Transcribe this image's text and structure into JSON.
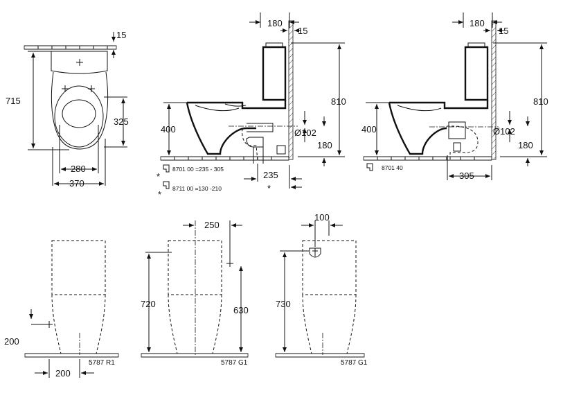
{
  "colors": {
    "line": "#111111",
    "background": "#ffffff"
  },
  "top_view": {
    "d_15": "15",
    "d_715": "715",
    "d_325": "325",
    "d_280": "280",
    "d_370": "370"
  },
  "side_view_1": {
    "d_180": "180",
    "d_15": "15",
    "d_810": "810",
    "d_400": "400",
    "d_102": "Ø102",
    "d_180b": "180",
    "d_235": "235",
    "note_1": "8701 00  =235 - 305",
    "note_2": "8711 00  =130 -210",
    "star": "*",
    "star_1": "*",
    "star_2": "*"
  },
  "side_view_2": {
    "d_180": "180",
    "d_15": "15",
    "d_810": "810",
    "d_400": "400",
    "d_102": "Ø102",
    "d_180b": "180",
    "d_305": "305",
    "note": "8701 40"
  },
  "front_view_1": {
    "d_200v": "200",
    "d_200h": "200",
    "code": "5787 R1"
  },
  "front_view_2": {
    "d_250": "250",
    "d_720": "720",
    "d_630": "630",
    "code": "5787 G1"
  },
  "front_view_3": {
    "d_100": "100",
    "d_730": "730",
    "code": "5787 G1"
  }
}
